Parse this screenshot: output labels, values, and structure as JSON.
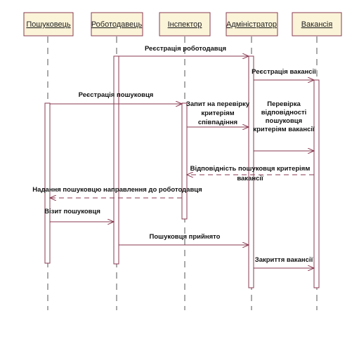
{
  "actors": [
    {
      "label": "Пошуковець"
    },
    {
      "label": "Роботодавець"
    },
    {
      "label": "Інспектор"
    },
    {
      "label": "Адміністратор"
    },
    {
      "label": "Вакансія"
    }
  ],
  "messages": {
    "m1": {
      "lines": [
        "Реєстрація роботодавця"
      ]
    },
    "m2": {
      "lines": [
        "Реєстрація вакансії"
      ]
    },
    "m3": {
      "lines": [
        "Реєстрація пошуковця"
      ]
    },
    "m4": {
      "lines": [
        "Запит на перевірку",
        "критеріям",
        "співпадіння"
      ]
    },
    "m5": {
      "lines": [
        "Перевірка",
        "відповідності",
        "пошуковця",
        "критеріям вакансії"
      ]
    },
    "m6": {
      "lines": [
        "Відповідність пошуковця критеріям",
        "вакансії"
      ]
    },
    "m7": {
      "lines": [
        "Надання пошуковцю направлення до роботодавця"
      ]
    },
    "m8": {
      "lines": [
        "Візит пошуковця"
      ]
    },
    "m9": {
      "lines": [
        "Пошуковця прийнято"
      ]
    },
    "m10": {
      "lines": [
        "Закриття вакансії"
      ]
    }
  },
  "colors": {
    "box_fill": "#fbf4d9",
    "line": "#8a3a52"
  }
}
